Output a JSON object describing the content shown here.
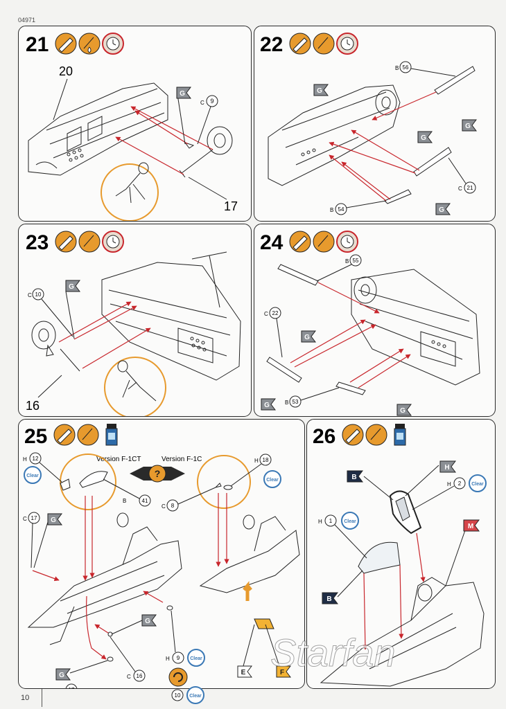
{
  "doc_code": "04971",
  "page_number": "10",
  "clear_label": "Clear",
  "watermark": "Starfan",
  "steps": {
    "s21": {
      "number": "21",
      "callouts": {
        "p20": "20",
        "p17": "17",
        "c9": "9",
        "c9_prefix": "C",
        "flag_g": "G"
      }
    },
    "s22": {
      "number": "22",
      "callouts": {
        "b56": "56",
        "b56_prefix": "B",
        "c21": "21",
        "c21_prefix": "C",
        "b54": "54",
        "b54_prefix": "B",
        "flag_g": "G"
      }
    },
    "s23": {
      "number": "23",
      "callouts": {
        "c10": "10",
        "c10_prefix": "C",
        "p16": "16",
        "flag_g": "G"
      }
    },
    "s24": {
      "number": "24",
      "callouts": {
        "b55": "55",
        "b55_prefix": "B",
        "c22": "22",
        "c22_prefix": "C",
        "b53": "53",
        "b53_prefix": "B",
        "flag_g": "G"
      }
    },
    "s25": {
      "number": "25",
      "version_a": "Version F-1CT",
      "version_b": "Version F-1C",
      "question": "?",
      "callouts": {
        "h12": "12",
        "h12_prefix": "H",
        "b41": "41",
        "b41_prefix": "B",
        "h18": "18",
        "h18_prefix": "H",
        "c8": "8",
        "c8_prefix": "C",
        "c17": "17",
        "c17_prefix": "C",
        "c16": "16",
        "c16_prefix": "C",
        "h9": "9",
        "h9_prefix": "H",
        "h10": "10",
        "h10_prefix": "H",
        "flag_g": "G",
        "flag_e": "E",
        "flag_f": "F"
      }
    },
    "s26": {
      "number": "26",
      "callouts": {
        "h1": "1",
        "h1_prefix": "H",
        "h2": "2",
        "h2_prefix": "H",
        "flag_b": "B",
        "flag_h": "H",
        "flag_m": "M"
      }
    }
  },
  "colors": {
    "orange": "#e79a2d",
    "red_arrow": "#c8262c",
    "flag_gray": "#8b8f94",
    "flag_navy": "#1f2d45",
    "flag_red": "#d6454a",
    "flag_yellow": "#f2b234",
    "clear_blue": "#3a78b5"
  },
  "icons": [
    "brush-icon",
    "glue-icon",
    "clock-icon",
    "paint-pot-icon",
    "rotate-icon",
    "question-icon"
  ]
}
